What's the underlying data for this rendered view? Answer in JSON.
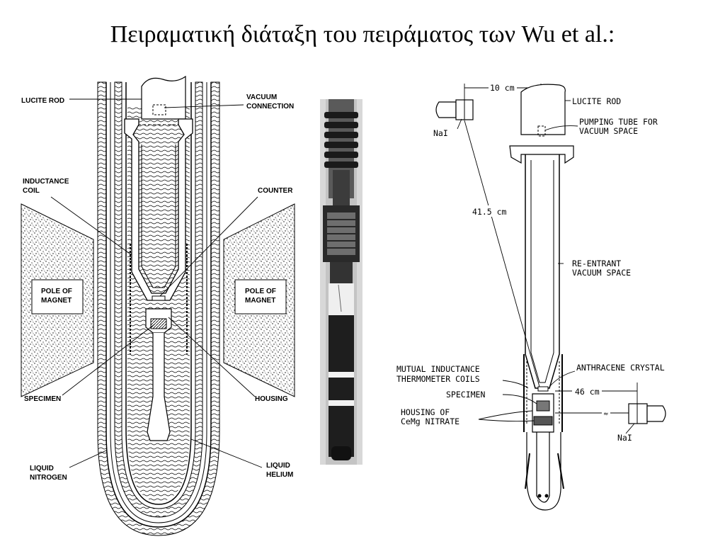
{
  "title": "Πειραματική διάταξη του πειράματος των Wu et al.:",
  "left_diagram": {
    "labels": {
      "lucite_rod": "LUCITE ROD",
      "vacuum_connection_1": "VACUUM",
      "vacuum_connection_2": "CONNECTION",
      "inductance_coil_1": "INDUCTANCE",
      "inductance_coil_2": "COIL",
      "counter": "COUNTER",
      "pole_left_1": "POLE OF",
      "pole_left_2": "MAGNET",
      "pole_right_1": "POLE OF",
      "pole_right_2": "MAGNET",
      "specimen": "SPECIMEN",
      "housing": "HOUSING",
      "liquid_nitrogen_1": "LIQUID",
      "liquid_nitrogen_2": "NITROGEN",
      "liquid_helium_1": "LIQUID",
      "liquid_helium_2": "HELIUM"
    }
  },
  "right_diagram": {
    "labels": {
      "dim_10cm": "10 cm",
      "lucite_rod": "LUCITE ROD",
      "pumping_tube_1": "PUMPING TUBE FOR",
      "pumping_tube_2": "VACUUM SPACE",
      "nai_top": "NaI",
      "dim_41_5cm": "41.5 cm",
      "reentrant_1": "RE-ENTRANT",
      "reentrant_2": "VACUUM SPACE",
      "mutual_inductance_1": "MUTUAL INDUCTANCE",
      "mutual_inductance_2": "THERMOMETER COILS",
      "anthracene": "ANTHRACENE CRYSTAL",
      "specimen": "SPECIMEN",
      "dim_46cm": "46 cm",
      "housing_1": "HOUSING OF",
      "housing_2": "CeMg NITRATE",
      "nai_bottom": "NaI"
    }
  }
}
